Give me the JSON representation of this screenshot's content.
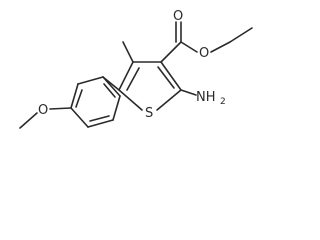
{
  "molecule": {
    "atoms": {
      "ester_O_carbonyl": "O",
      "ester_O_single": "O",
      "ring_S": "S",
      "methyl": "CH3",
      "amine_N": "NH",
      "amine_sub": "2",
      "methoxy_O": "O"
    }
  }
}
